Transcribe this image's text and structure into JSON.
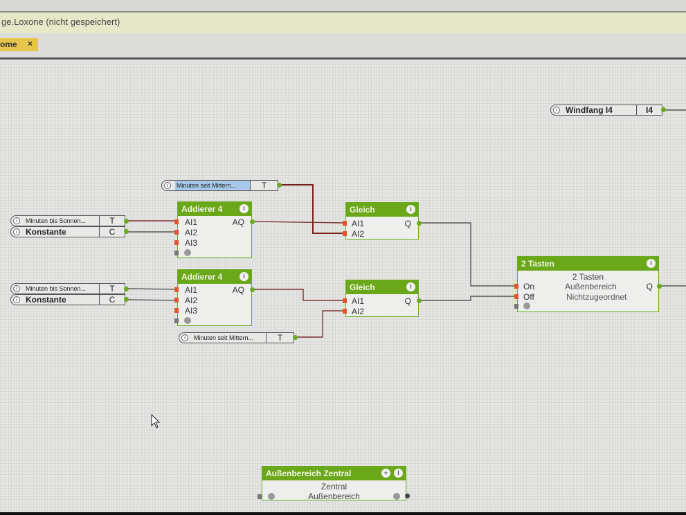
{
  "window": {
    "title": "ge.Loxone (nicht gespeichert)",
    "tab_label": "ome",
    "tab_close": "×"
  },
  "inputs": {
    "windfang": {
      "name": "Windfang I4",
      "port": "I4"
    },
    "minuten_seit_top": {
      "name": "Minuten seit Mittern...",
      "port": "T"
    },
    "minuten_bis_1": {
      "name": "Minuten bis Sonnen...",
      "port": "T"
    },
    "konstante_1": {
      "name": "Konstante",
      "port": "C"
    },
    "minuten_bis_2": {
      "name": "Minuten bis Sonnen...",
      "port": "T"
    },
    "konstante_2": {
      "name": "Konstante",
      "port": "C"
    },
    "minuten_seit_bottom": {
      "name": "Minuten seit Mittern...",
      "port": "T"
    }
  },
  "blocks": {
    "addierer1": {
      "title": "Addierer 4",
      "inputs": [
        "AI1",
        "AI2",
        "AI3"
      ],
      "output": "AQ"
    },
    "addierer2": {
      "title": "Addierer 4",
      "inputs": [
        "AI1",
        "AI2",
        "AI3"
      ],
      "output": "AQ"
    },
    "gleich1": {
      "title": "Gleich",
      "inputs": [
        "AI1",
        "AI2"
      ],
      "output": "Q"
    },
    "gleich2": {
      "title": "Gleich",
      "inputs": [
        "AI1",
        "AI2"
      ],
      "output": "Q"
    },
    "tasten": {
      "title": "2 Tasten",
      "subtitle": "2 Tasten",
      "inputs": [
        "On",
        "Off"
      ],
      "input_labels": [
        "Außenbereich",
        "Nichtzugeordnet"
      ],
      "output": "Q"
    },
    "zentral": {
      "title": "Außenbereich Zentral",
      "line1": "Zentral",
      "line2": "Außenbereich"
    }
  },
  "icons": {
    "info": "i"
  }
}
